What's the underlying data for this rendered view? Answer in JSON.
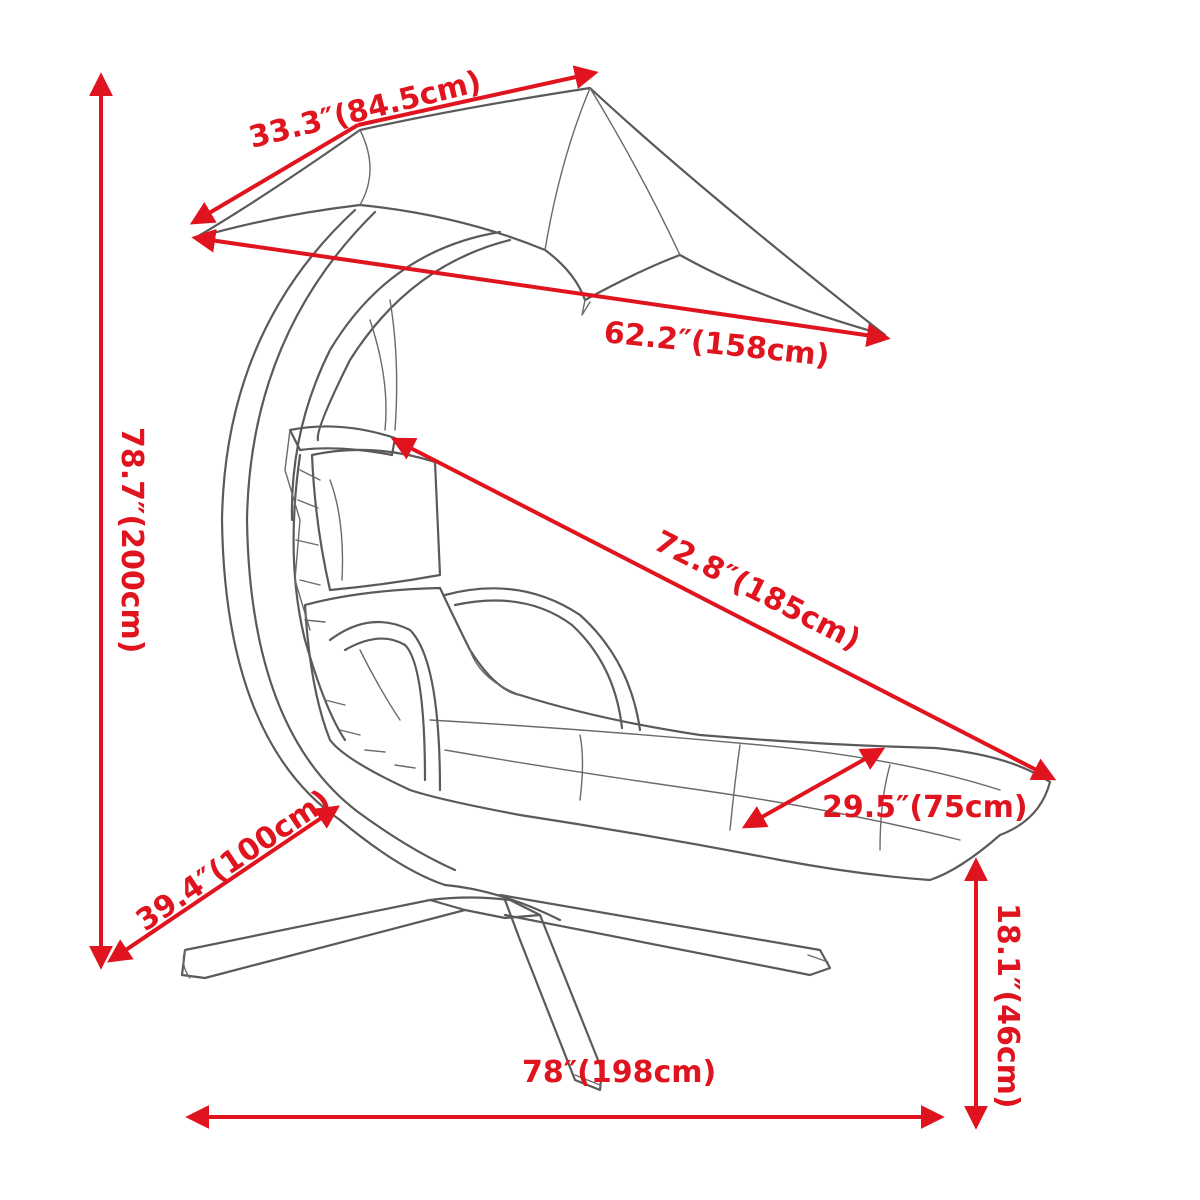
{
  "dimensions": {
    "canopy_width": "33.3″(84.5cm)",
    "canopy_length": "62.2″(158cm)",
    "total_height": "78.7″(200cm)",
    "seat_length": "72.8″(185cm)",
    "cushion_width": "29.5″(75cm)",
    "base_depth": "39.4″(100cm)",
    "seat_height": "18.1″(46cm)",
    "total_length": "78″(198cm)"
  },
  "colors": {
    "dimension": "#e0141e",
    "sketch": "#5a5a5a"
  }
}
